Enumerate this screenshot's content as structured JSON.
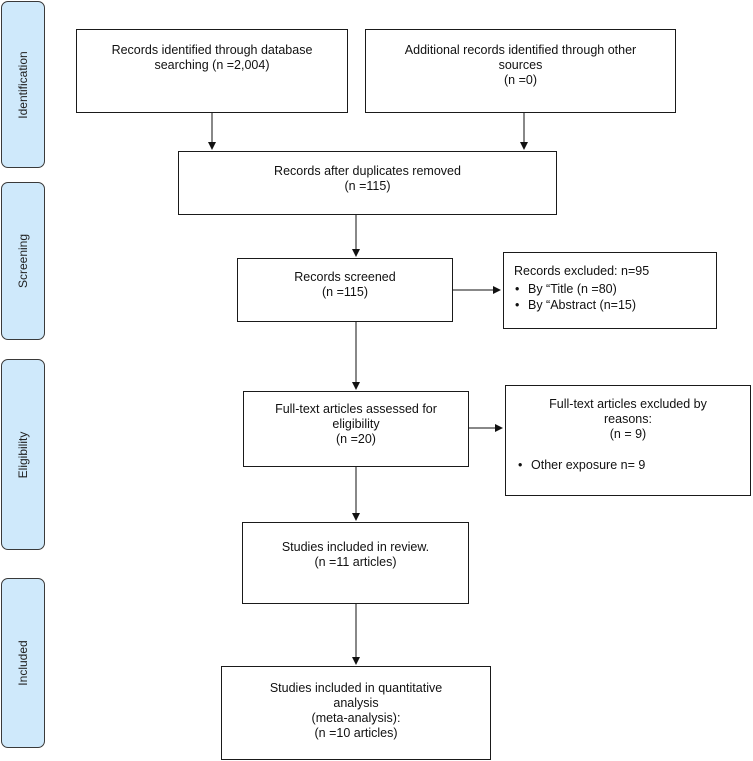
{
  "phases": [
    {
      "id": "identification",
      "label": "Identification"
    },
    {
      "id": "screening",
      "label": "Screening"
    },
    {
      "id": "eligibility",
      "label": "Eligibility"
    },
    {
      "id": "included",
      "label": "Included"
    }
  ],
  "boxes": {
    "db_search": {
      "lines": [
        "Records identified through database",
        "searching (n =2,004)"
      ]
    },
    "other_sources": {
      "lines": [
        "Additional records identified through other",
        "sources",
        "(n =0)"
      ]
    },
    "duplicates_removed": {
      "lines": [
        "Records after duplicates removed",
        "(n =115)"
      ]
    },
    "screened": {
      "lines": [
        "Records screened",
        "(n =115)"
      ]
    },
    "excluded": {
      "title": "Records excluded: n=95",
      "bullets": [
        "By “Title (n =80)",
        "By “Abstract (n=15)"
      ]
    },
    "fulltext_assessed": {
      "lines": [
        "Full-text articles assessed for",
        "eligibility",
        "(n =20)"
      ]
    },
    "fulltext_excluded": {
      "lines": [
        "Full-text articles excluded by",
        "reasons:",
        "(n = 9)"
      ],
      "bullets": [
        "Other exposure n= 9"
      ]
    },
    "included_review": {
      "lines": [
        "Studies included in review.",
        "(n =11 articles)"
      ]
    },
    "quantitative": {
      "lines": [
        "Studies included in quantitative",
        "analysis",
        "(meta-analysis):",
        "(n =10 articles)"
      ]
    }
  }
}
